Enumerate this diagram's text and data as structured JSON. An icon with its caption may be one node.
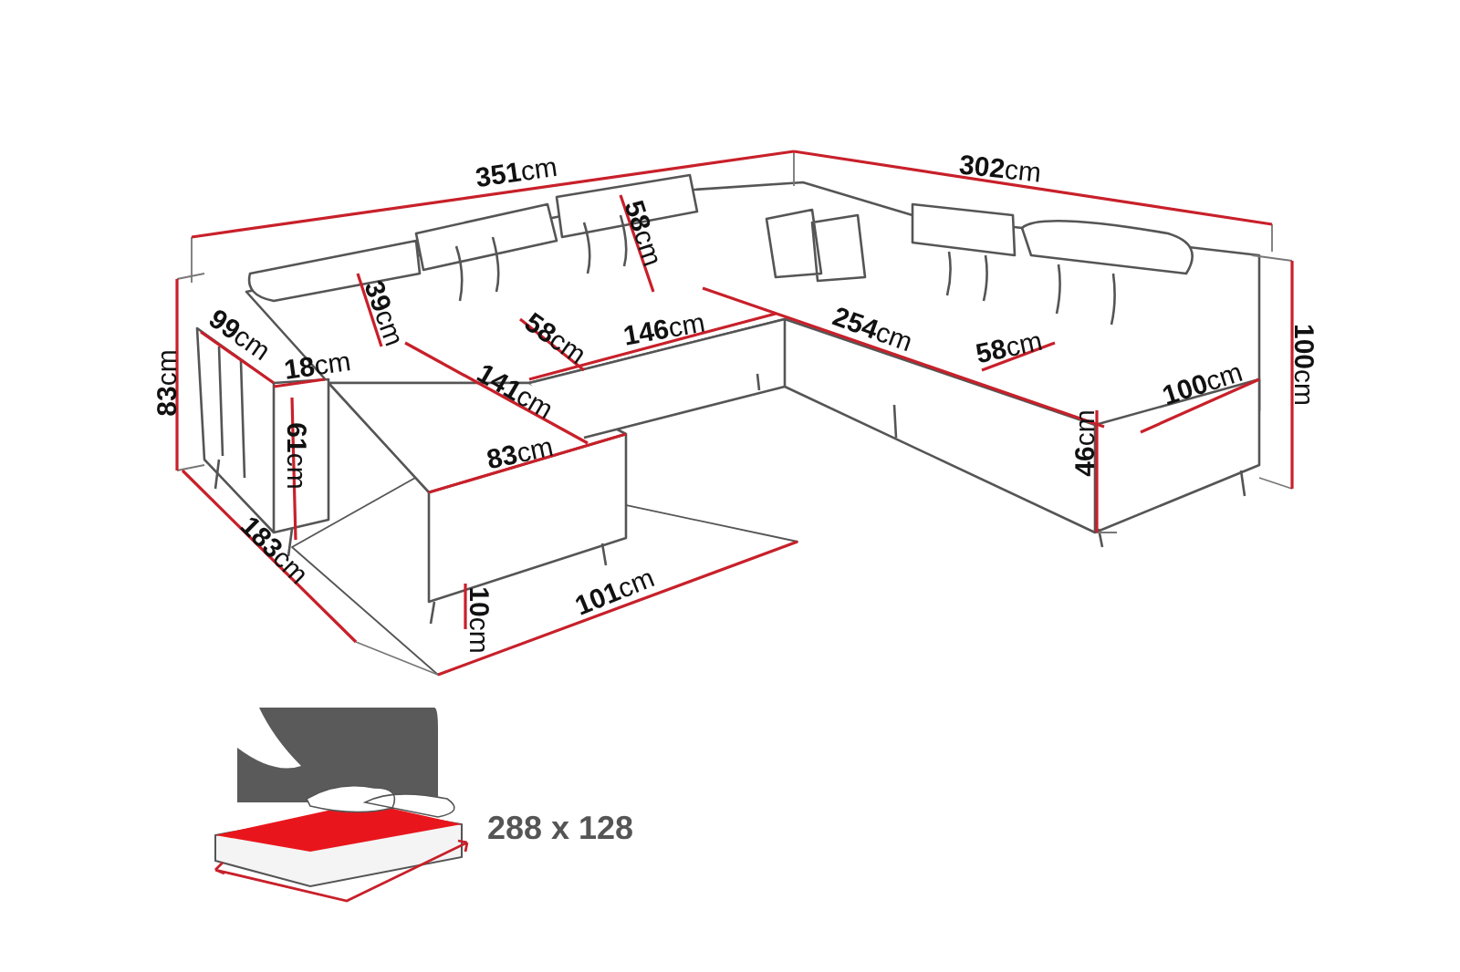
{
  "diagram": {
    "labels": [
      "**351**cm",
      "**302**cm",
      "**58**cm",
      "**39**cm",
      "**99**cm",
      "**18**cm",
      "**58**cm",
      "**146**cm",
      "**254**cm",
      "**58**cm",
      "**100**cm",
      "**83**cm",
      "**141**cm",
      "**61**cm",
      "**83**cm",
      "**100**cm",
      "**46**cm",
      "**183**cm",
      "**10**cm",
      "**101**cm",
      "288 x 128"
    ]
  }
}
